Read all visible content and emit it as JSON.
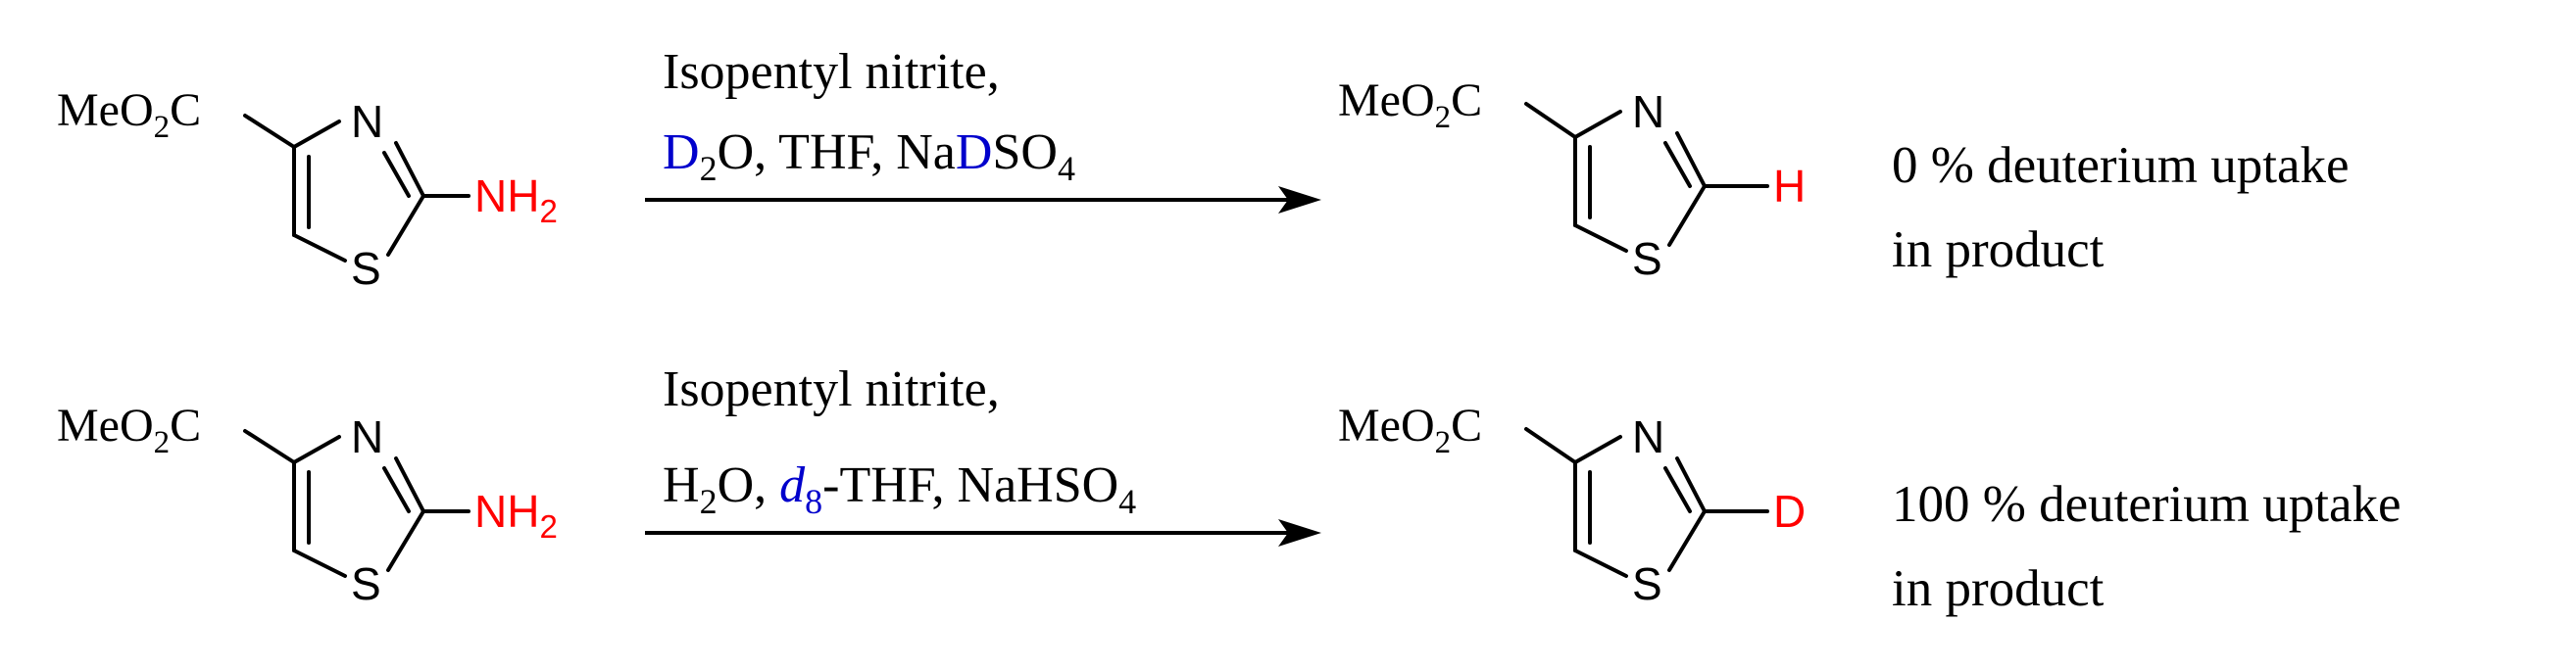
{
  "colors": {
    "text": "#000000",
    "highlight_group": "#ff0000",
    "isotope_label": "#0000cc",
    "arrow": "#000000"
  },
  "reactions": [
    {
      "reactant": {
        "ester_prefix": "MeO",
        "ester_sub": "2",
        "ester_suffix": "C",
        "ring_n": "N",
        "ring_s": "S",
        "substituent": "NH",
        "substituent_sub": "2"
      },
      "conditions": {
        "line1": "Isopentyl nitrite,",
        "line2": [
          {
            "text": "D",
            "style": "isotope"
          },
          {
            "text": "2",
            "style": "sub"
          },
          {
            "text": "O, THF, Na",
            "style": "plain"
          },
          {
            "text": "D",
            "style": "isotope"
          },
          {
            "text": "SO",
            "style": "plain"
          },
          {
            "text": "4",
            "style": "sub"
          }
        ]
      },
      "product": {
        "ester_prefix": "MeO",
        "ester_sub": "2",
        "ester_suffix": "C",
        "ring_n": "N",
        "ring_s": "S",
        "substituent": "H"
      },
      "result": {
        "line1": "0 % deuterium uptake",
        "line2": "in product"
      }
    },
    {
      "reactant": {
        "ester_prefix": "MeO",
        "ester_sub": "2",
        "ester_suffix": "C",
        "ring_n": "N",
        "ring_s": "S",
        "substituent": "NH",
        "substituent_sub": "2"
      },
      "conditions": {
        "line1": "Isopentyl nitrite,",
        "line2": [
          {
            "text": "H",
            "style": "plain"
          },
          {
            "text": "2",
            "style": "sub"
          },
          {
            "text": "O, ",
            "style": "plain"
          },
          {
            "text": "d",
            "style": "isotope-italic"
          },
          {
            "text": "8",
            "style": "isotope-sub"
          },
          {
            "text": "-THF, NaHSO",
            "style": "plain"
          },
          {
            "text": "4",
            "style": "sub"
          }
        ]
      },
      "product": {
        "ester_prefix": "MeO",
        "ester_sub": "2",
        "ester_suffix": "C",
        "ring_n": "N",
        "ring_s": "S",
        "substituent": "D"
      },
      "result": {
        "line1": "100 % deuterium uptake",
        "line2": "in product"
      }
    }
  ]
}
